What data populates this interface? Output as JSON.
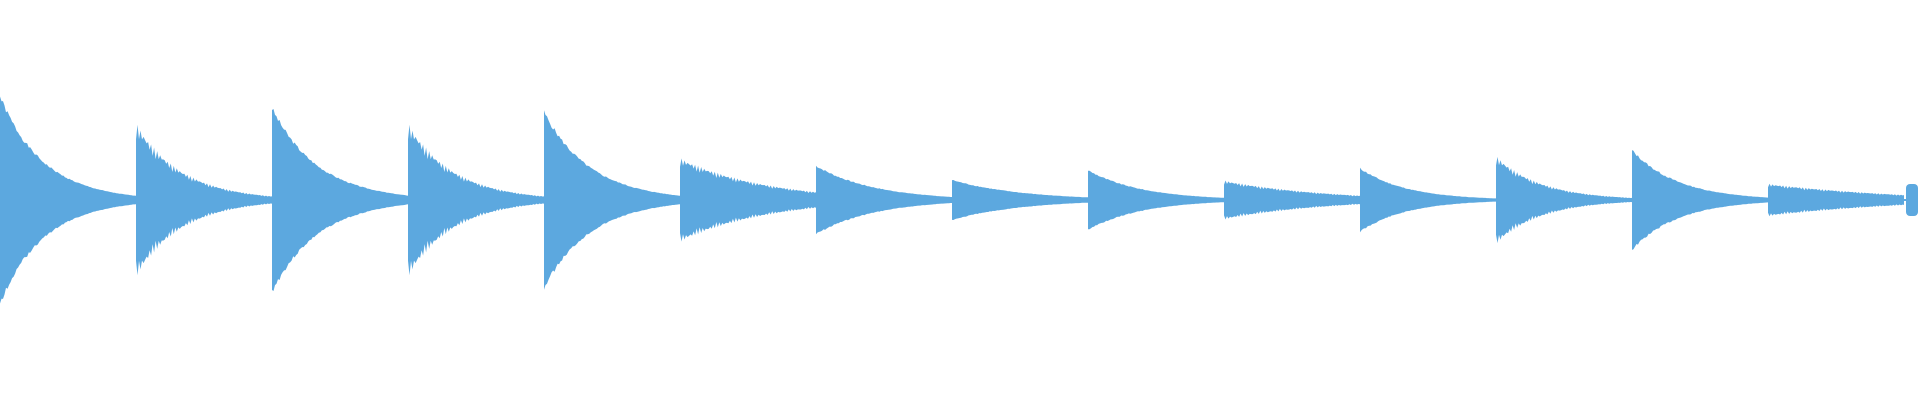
{
  "waveform": {
    "color": "#5ca8df",
    "background": "#ffffff",
    "duration_fraction_end": 1.0,
    "notes": [
      {
        "amplitude": 0.52,
        "decay": 3.2,
        "style": "smooth",
        "tail": 0.04
      },
      {
        "amplitude": 0.38,
        "decay": 3.0,
        "style": "jagged",
        "tail": 0.03
      },
      {
        "amplitude": 0.46,
        "decay": 3.0,
        "style": "smooth",
        "tail": 0.04
      },
      {
        "amplitude": 0.38,
        "decay": 3.0,
        "style": "jagged",
        "tail": 0.03
      },
      {
        "amplitude": 0.44,
        "decay": 3.0,
        "style": "smooth",
        "tail": 0.04
      },
      {
        "amplitude": 0.2,
        "decay": 1.6,
        "style": "jagged",
        "tail": 0.04
      },
      {
        "amplitude": 0.17,
        "decay": 2.4,
        "style": "smooth",
        "tail": 0.02
      },
      {
        "amplitude": 0.1,
        "decay": 2.0,
        "style": "smooth",
        "tail": 0.01
      },
      {
        "amplitude": 0.15,
        "decay": 2.6,
        "style": "smooth",
        "tail": 0.01
      },
      {
        "amplitude": 0.09,
        "decay": 1.4,
        "style": "jagged",
        "tail": 0.03
      },
      {
        "amplitude": 0.16,
        "decay": 3.0,
        "style": "smooth",
        "tail": 0.01
      },
      {
        "amplitude": 0.22,
        "decay": 3.0,
        "style": "jagged",
        "tail": 0.01
      },
      {
        "amplitude": 0.25,
        "decay": 3.0,
        "style": "smooth",
        "tail": 0.02
      },
      {
        "amplitude": 0.07,
        "decay": 1.0,
        "style": "jagged",
        "tail": 0.04
      }
    ],
    "end_marker": {
      "amplitude": 0.08
    }
  }
}
